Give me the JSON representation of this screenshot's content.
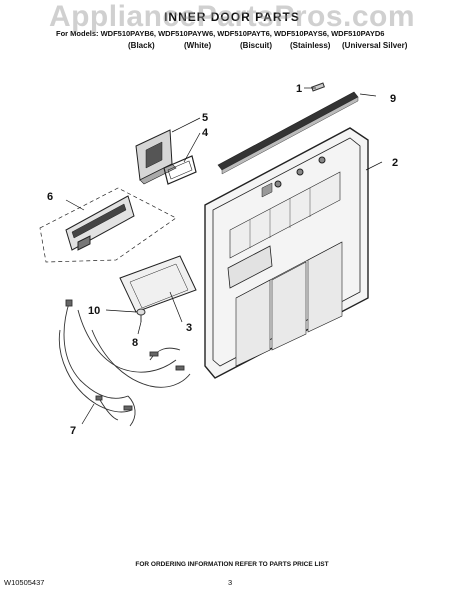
{
  "watermark": "AppliancePartsPros.com",
  "title": "INNER DOOR PARTS",
  "models_line": "For Models: WDF510PAYB6, WDF510PAYW6, WDF510PAYT6, WDF510PAYS6, WDF510PAYD6",
  "colors": [
    "(Black)",
    "(White)",
    "(Biscuit)",
    "(Stainless)",
    "(Universal Silver)"
  ],
  "callouts": [
    "1",
    "9",
    "5",
    "4",
    "2",
    "6",
    "10",
    "3",
    "8",
    "7"
  ],
  "footer_note": "FOR ORDERING INFORMATION REFER TO PARTS PRICE LIST",
  "doc_number": "W10505437",
  "page_number": "3"
}
